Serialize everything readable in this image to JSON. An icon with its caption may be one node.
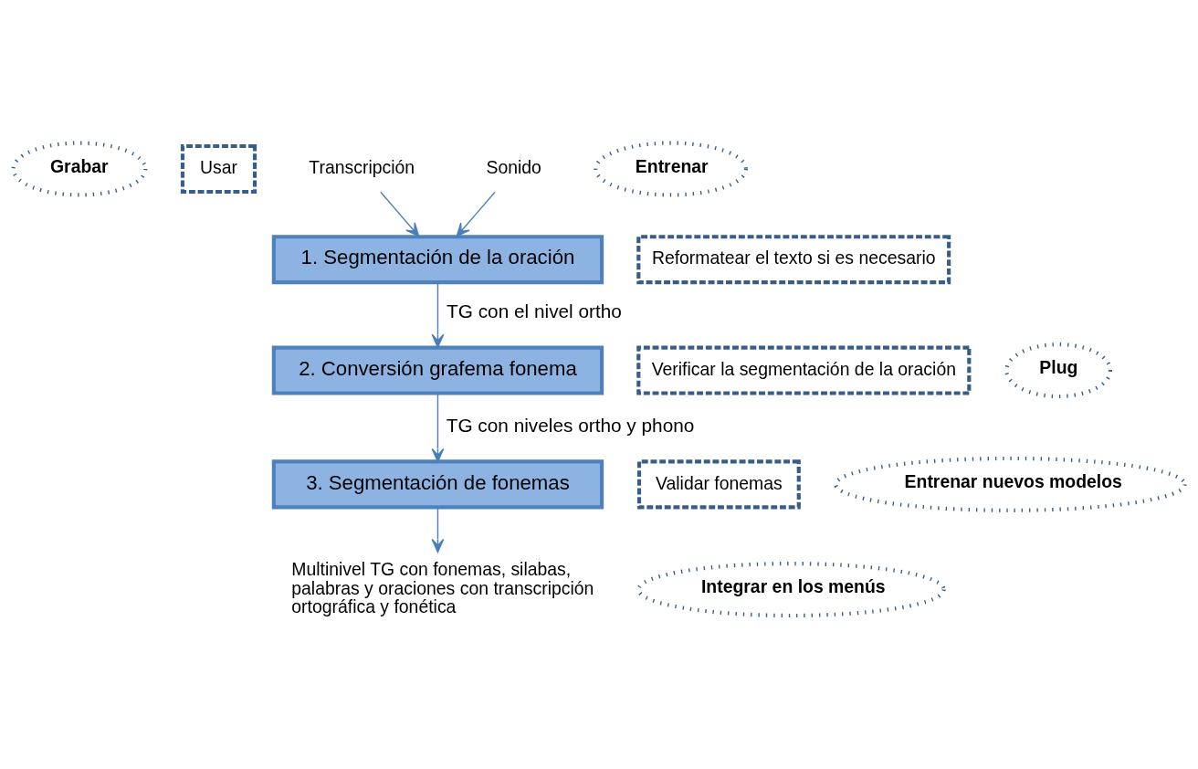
{
  "diagram": {
    "nodes": [
      {
        "text": [
          "Grabar"
        ]
      },
      {
        "text": [
          "Usar"
        ]
      },
      {
        "text": [
          "Transcripción"
        ]
      },
      {
        "text": [
          "Sonido"
        ]
      },
      {
        "text": [
          "Entrenar"
        ]
      },
      {
        "text": [
          "Reformatear el texto si es necesario"
        ]
      },
      {
        "text": [
          "1. Segmentación de la oración"
        ]
      },
      {
        "text": [
          "Verificar la segmentación de la oración"
        ]
      },
      {
        "text": [
          "Plug"
        ]
      },
      {
        "text": [
          "2. Conversión grafema fonema"
        ]
      },
      {
        "text": [
          "Validar fonemas"
        ]
      },
      {
        "text": [
          "3. Segmentación de fonemas"
        ]
      },
      {
        "text": [
          "Entrenar nuevos modelos"
        ]
      },
      {
        "text": [
          "Integrar en los menús"
        ]
      },
      {
        "text": [
          "Multinivel TG con fonemas, silabas, palabras y oraciones con transcripción ortográfica y fonética"
        ]
      }
    ],
    "edges": [
      {
        "from": 2,
        "to": 6,
        "arrow": "to"
      },
      {
        "from": 3,
        "to": 6,
        "arrow": "to"
      },
      {
        "from": 6,
        "to": 9,
        "arrow": "to",
        "label": "TG con el nivel ortho"
      },
      {
        "from": 9,
        "to": 11,
        "arrow": "to",
        "label": "TG con niveles ortho y phono"
      },
      {
        "from": 11,
        "to": 14,
        "arrow": "to"
      }
    ]
  }
}
